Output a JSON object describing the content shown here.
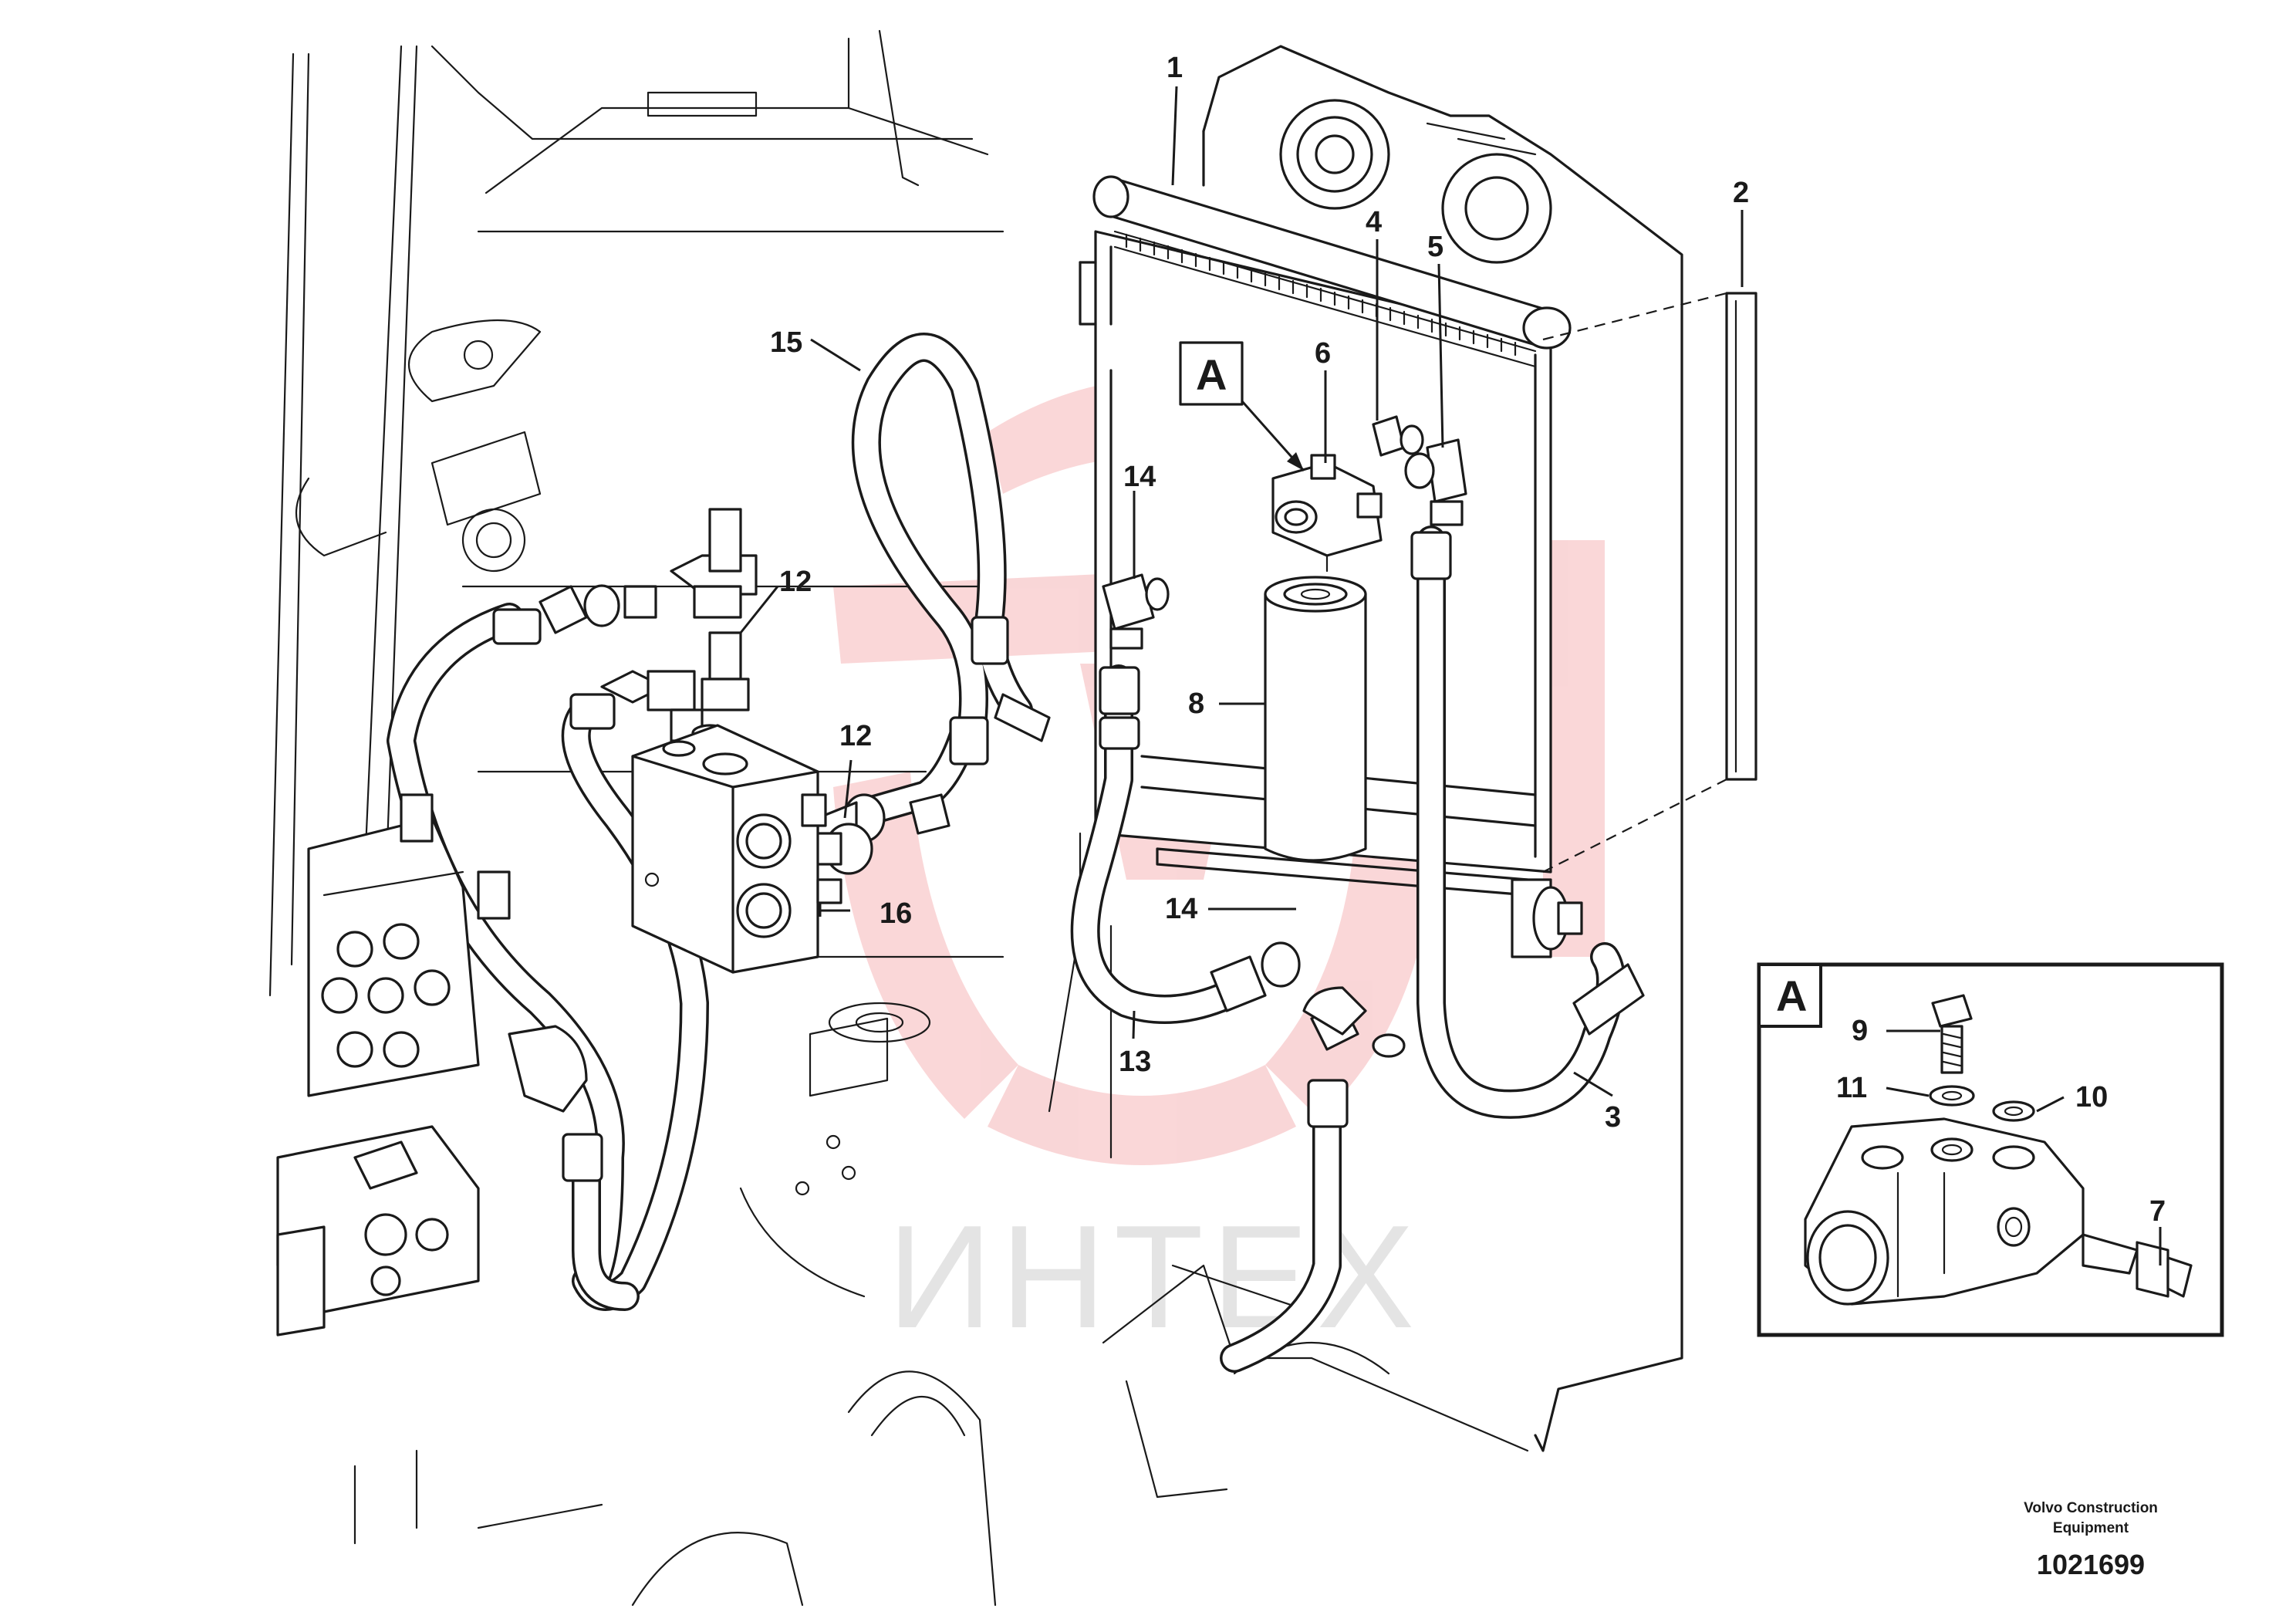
{
  "diagram": {
    "callouts": [
      "1",
      "2",
      "3",
      "4",
      "5",
      "6",
      "7",
      "8",
      "9",
      "10",
      "11",
      "12",
      "12",
      "13",
      "14",
      "14",
      "15",
      "16"
    ],
    "detail_reference_main": "A",
    "detail_reference_inset": "A",
    "watermark_text": "ИНТЕХ",
    "watermark_color": "#e8474c"
  },
  "footer": {
    "company_line1": "Volvo Construction",
    "company_line2": "Equipment",
    "drawing_number": "1021699"
  }
}
